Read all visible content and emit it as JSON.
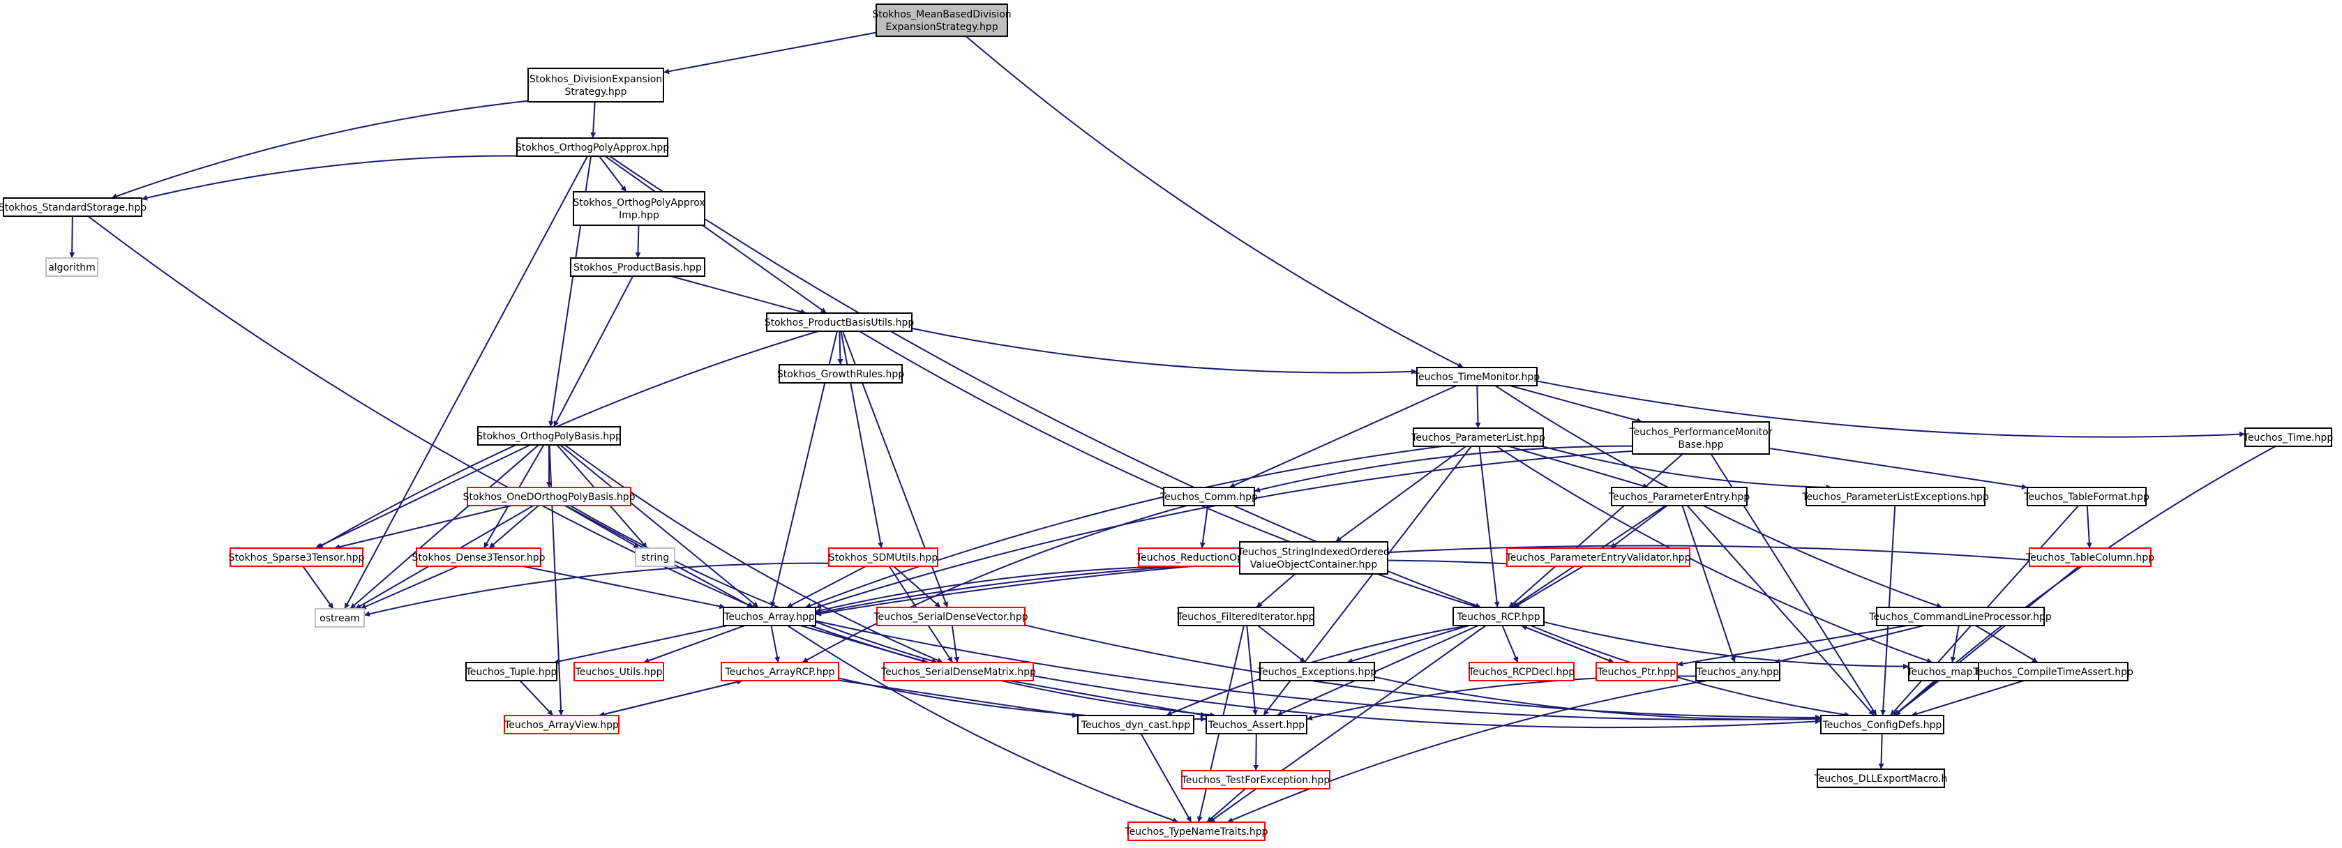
{
  "colors": {
    "edge": "#191970",
    "normal_border": "#000000",
    "truncated_border": "#ff0000",
    "external_border": "#bfbfbf",
    "root_fill": "#bfbfbf",
    "fill": "#ffffff",
    "text": "#000000"
  },
  "nodes": [
    {
      "id": "root",
      "lines": [
        "Stokhos_MeanBasedDivision",
        "ExpansionStrategy.hpp"
      ],
      "style": "root"
    },
    {
      "id": "divexp",
      "lines": [
        "Stokhos_DivisionExpansion",
        "Strategy.hpp"
      ],
      "style": "normal"
    },
    {
      "id": "orthoapprox",
      "lines": [
        "Stokhos_OrthogPolyApprox.hpp"
      ],
      "style": "normal"
    },
    {
      "id": "stdstorage",
      "lines": [
        "Stokhos_StandardStorage.hpp"
      ],
      "style": "normal"
    },
    {
      "id": "orthoapproximp",
      "lines": [
        "Stokhos_OrthogPolyApprox",
        "Imp.hpp"
      ],
      "style": "normal"
    },
    {
      "id": "algorithm",
      "lines": [
        "algorithm"
      ],
      "style": "external"
    },
    {
      "id": "prodbasis",
      "lines": [
        "Stokhos_ProductBasis.hpp"
      ],
      "style": "normal"
    },
    {
      "id": "prodbasisutils",
      "lines": [
        "Stokhos_ProductBasisUtils.hpp"
      ],
      "style": "normal"
    },
    {
      "id": "growthrules",
      "lines": [
        "Stokhos_GrowthRules.hpp"
      ],
      "style": "normal"
    },
    {
      "id": "timemonitor",
      "lines": [
        "Teuchos_TimeMonitor.hpp"
      ],
      "style": "normal"
    },
    {
      "id": "orthopolybasis",
      "lines": [
        "Stokhos_OrthogPolyBasis.hpp"
      ],
      "style": "normal"
    },
    {
      "id": "paramlist",
      "lines": [
        "Teuchos_ParameterList.hpp"
      ],
      "style": "normal"
    },
    {
      "id": "perfmon",
      "lines": [
        "Teuchos_PerformanceMonitor",
        "Base.hpp"
      ],
      "style": "normal"
    },
    {
      "id": "time",
      "lines": [
        "Teuchos_Time.hpp"
      ],
      "style": "normal"
    },
    {
      "id": "oned",
      "lines": [
        "Stokhos_OneDOrthogPolyBasis.hpp"
      ],
      "style": "truncated"
    },
    {
      "id": "comm",
      "lines": [
        "Teuchos_Comm.hpp"
      ],
      "style": "normal"
    },
    {
      "id": "paramentry",
      "lines": [
        "Teuchos_ParameterEntry.hpp"
      ],
      "style": "normal"
    },
    {
      "id": "paramlistexc",
      "lines": [
        "Teuchos_ParameterListExceptions.hpp"
      ],
      "style": "normal"
    },
    {
      "id": "tableformat",
      "lines": [
        "Teuchos_TableFormat.hpp"
      ],
      "style": "normal"
    },
    {
      "id": "sparse3",
      "lines": [
        "Stokhos_Sparse3Tensor.hpp"
      ],
      "style": "truncated"
    },
    {
      "id": "dense3",
      "lines": [
        "Stokhos_Dense3Tensor.hpp"
      ],
      "style": "truncated"
    },
    {
      "id": "string",
      "lines": [
        "string"
      ],
      "style": "external"
    },
    {
      "id": "sdmutils",
      "lines": [
        "Stokhos_SDMUtils.hpp"
      ],
      "style": "truncated"
    },
    {
      "id": "reductionop",
      "lines": [
        "Teuchos_ReductionOp.hpp"
      ],
      "style": "truncated"
    },
    {
      "id": "stringindexed",
      "lines": [
        "Teuchos_StringIndexedOrdered",
        "ValueObjectContainer.hpp"
      ],
      "style": "normal"
    },
    {
      "id": "paramentryvalid",
      "lines": [
        "Teuchos_ParameterEntryValidator.hpp"
      ],
      "style": "truncated"
    },
    {
      "id": "tablecolumn",
      "lines": [
        "Teuchos_TableColumn.hpp"
      ],
      "style": "truncated"
    },
    {
      "id": "ostream",
      "lines": [
        "ostream"
      ],
      "style": "external"
    },
    {
      "id": "array",
      "lines": [
        "Teuchos_Array.hpp"
      ],
      "style": "normal"
    },
    {
      "id": "serialdensevector",
      "lines": [
        "Teuchos_SerialDenseVector.hpp"
      ],
      "style": "truncated"
    },
    {
      "id": "filterediter",
      "lines": [
        "Teuchos_FilteredIterator.hpp"
      ],
      "style": "normal"
    },
    {
      "id": "rcp",
      "lines": [
        "Teuchos_RCP.hpp"
      ],
      "style": "normal"
    },
    {
      "id": "cmdline",
      "lines": [
        "Teuchos_CommandLineProcessor.hpp"
      ],
      "style": "normal"
    },
    {
      "id": "tuple",
      "lines": [
        "Teuchos_Tuple.hpp"
      ],
      "style": "normal"
    },
    {
      "id": "utils",
      "lines": [
        "Teuchos_Utils.hpp"
      ],
      "style": "truncated"
    },
    {
      "id": "arrayrcp",
      "lines": [
        "Teuchos_ArrayRCP.hpp"
      ],
      "style": "truncated"
    },
    {
      "id": "serialdensematrix",
      "lines": [
        "Teuchos_SerialDenseMatrix.hpp"
      ],
      "style": "truncated"
    },
    {
      "id": "exceptions",
      "lines": [
        "Teuchos_Exceptions.hpp"
      ],
      "style": "normal"
    },
    {
      "id": "rcpdecl",
      "lines": [
        "Teuchos_RCPDecl.hpp"
      ],
      "style": "truncated"
    },
    {
      "id": "ptr",
      "lines": [
        "Teuchos_Ptr.hpp"
      ],
      "style": "truncated"
    },
    {
      "id": "any",
      "lines": [
        "Teuchos_any.hpp"
      ],
      "style": "normal"
    },
    {
      "id": "map",
      "lines": [
        "Teuchos_map.hpp"
      ],
      "style": "normal"
    },
    {
      "id": "compiletime",
      "lines": [
        "Teuchos_CompileTimeAssert.hpp"
      ],
      "style": "normal"
    },
    {
      "id": "arrayview",
      "lines": [
        "Teuchos_ArrayView.hpp"
      ],
      "style": "truncated"
    },
    {
      "id": "dyncast",
      "lines": [
        "Teuchos_dyn_cast.hpp"
      ],
      "style": "normal"
    },
    {
      "id": "assert",
      "lines": [
        "Teuchos_Assert.hpp"
      ],
      "style": "normal"
    },
    {
      "id": "configdefs",
      "lines": [
        "Teuchos_ConfigDefs.hpp"
      ],
      "style": "normal"
    },
    {
      "id": "testforexc",
      "lines": [
        "Teuchos_TestForException.hpp"
      ],
      "style": "truncated"
    },
    {
      "id": "dllexport",
      "lines": [
        "Teuchos_DLLExportMacro.h"
      ],
      "style": "normal"
    },
    {
      "id": "typenametraits",
      "lines": [
        "Teuchos_TypeNameTraits.hpp"
      ],
      "style": "truncated"
    }
  ],
  "edges": [
    [
      "root",
      "divexp"
    ],
    [
      "root",
      "timemonitor"
    ],
    [
      "divexp",
      "orthoapprox"
    ],
    [
      "divexp",
      "stdstorage"
    ],
    [
      "orthoapprox",
      "stdstorage"
    ],
    [
      "orthoapprox",
      "orthoapproximp"
    ],
    [
      "orthoapprox",
      "orthopolybasis"
    ],
    [
      "orthoapprox",
      "prodbasisutils"
    ],
    [
      "orthoapprox",
      "ostream"
    ],
    [
      "orthoapprox",
      "rcp"
    ],
    [
      "stdstorage",
      "algorithm"
    ],
    [
      "stdstorage",
      "array"
    ],
    [
      "orthoapproximp",
      "prodbasis"
    ],
    [
      "prodbasis",
      "orthopolybasis"
    ],
    [
      "prodbasis",
      "prodbasisutils"
    ],
    [
      "prodbasisutils",
      "growthrules"
    ],
    [
      "prodbasisutils",
      "timemonitor"
    ],
    [
      "prodbasisutils",
      "sparse3"
    ],
    [
      "prodbasisutils",
      "array"
    ],
    [
      "prodbasisutils",
      "sdmutils"
    ],
    [
      "prodbasisutils",
      "serialdensevector"
    ],
    [
      "prodbasisutils",
      "rcp"
    ],
    [
      "timemonitor",
      "paramlist"
    ],
    [
      "timemonitor",
      "perfmon"
    ],
    [
      "timemonitor",
      "time"
    ],
    [
      "timemonitor",
      "comm"
    ],
    [
      "timemonitor",
      "cmdline"
    ],
    [
      "orthopolybasis",
      "oned"
    ],
    [
      "orthopolybasis",
      "sparse3"
    ],
    [
      "orthopolybasis",
      "dense3"
    ],
    [
      "orthopolybasis",
      "string"
    ],
    [
      "orthopolybasis",
      "array"
    ],
    [
      "orthopolybasis",
      "ostream"
    ],
    [
      "orthopolybasis",
      "arrayview"
    ],
    [
      "orthopolybasis",
      "serialdensematrix"
    ],
    [
      "oned",
      "sparse3"
    ],
    [
      "oned",
      "dense3"
    ],
    [
      "oned",
      "string"
    ],
    [
      "oned",
      "array"
    ],
    [
      "oned",
      "ostream"
    ],
    [
      "oned",
      "serialdensematrix"
    ],
    [
      "sparse3",
      "ostream"
    ],
    [
      "dense3",
      "ostream"
    ],
    [
      "dense3",
      "array"
    ],
    [
      "sdmutils",
      "ostream"
    ],
    [
      "sdmutils",
      "array"
    ],
    [
      "sdmutils",
      "serialdensevector"
    ],
    [
      "sdmutils",
      "serialdensematrix"
    ],
    [
      "paramlist",
      "array"
    ],
    [
      "paramlist",
      "stringindexed"
    ],
    [
      "paramlist",
      "paramentry"
    ],
    [
      "paramlist",
      "paramlistexc"
    ],
    [
      "paramlist",
      "rcp"
    ],
    [
      "paramlist",
      "assert"
    ],
    [
      "paramlist",
      "map"
    ],
    [
      "perfmon",
      "comm"
    ],
    [
      "perfmon",
      "array"
    ],
    [
      "perfmon",
      "rcp"
    ],
    [
      "perfmon",
      "tableformat"
    ],
    [
      "perfmon",
      "configdefs"
    ],
    [
      "time",
      "configdefs"
    ],
    [
      "comm",
      "reductionop"
    ],
    [
      "comm",
      "arrayrcp"
    ],
    [
      "paramentry",
      "paramentryvalid"
    ],
    [
      "paramentry",
      "rcp"
    ],
    [
      "paramentry",
      "any"
    ],
    [
      "paramentry",
      "configdefs"
    ],
    [
      "paramlistexc",
      "configdefs"
    ],
    [
      "tableformat",
      "tablecolumn"
    ],
    [
      "tableformat",
      "configdefs"
    ],
    [
      "tablecolumn",
      "array"
    ],
    [
      "tablecolumn",
      "configdefs"
    ],
    [
      "stringindexed",
      "array"
    ],
    [
      "stringindexed",
      "filterediter"
    ],
    [
      "paramentryvalid",
      "array"
    ],
    [
      "paramentryvalid",
      "rcp"
    ],
    [
      "array",
      "tuple"
    ],
    [
      "array",
      "utils"
    ],
    [
      "array",
      "arrayrcp"
    ],
    [
      "array",
      "serialdensematrix"
    ],
    [
      "array",
      "assert"
    ],
    [
      "array",
      "typenametraits"
    ],
    [
      "array",
      "configdefs"
    ],
    [
      "serialdensevector",
      "serialdensematrix"
    ],
    [
      "serialdensevector",
      "configdefs"
    ],
    [
      "filterediter",
      "exceptions"
    ],
    [
      "filterediter",
      "assert"
    ],
    [
      "filterediter",
      "typenametraits"
    ],
    [
      "rcp",
      "exceptions"
    ],
    [
      "rcp",
      "rcpdecl"
    ],
    [
      "rcp",
      "ptr"
    ],
    [
      "rcp",
      "dyncast"
    ],
    [
      "rcp",
      "assert"
    ],
    [
      "rcp",
      "map"
    ],
    [
      "rcp",
      "typenametraits"
    ],
    [
      "rcp",
      "configdefs"
    ],
    [
      "ptr",
      "rcp"
    ],
    [
      "cmdline",
      "ptr"
    ],
    [
      "cmdline",
      "any"
    ],
    [
      "cmdline",
      "map"
    ],
    [
      "cmdline",
      "compiletime"
    ],
    [
      "tuple",
      "arrayview"
    ],
    [
      "arrayrcp",
      "arrayview"
    ],
    [
      "arrayrcp",
      "dyncast"
    ],
    [
      "arrayrcp",
      "assert"
    ],
    [
      "arrayview",
      "arrayrcp"
    ],
    [
      "serialdensematrix",
      "assert"
    ],
    [
      "serialdensematrix",
      "configdefs"
    ],
    [
      "exceptions",
      "configdefs"
    ],
    [
      "any",
      "assert"
    ],
    [
      "any",
      "typenametraits"
    ],
    [
      "map",
      "configdefs"
    ],
    [
      "compiletime",
      "configdefs"
    ],
    [
      "dyncast",
      "typenametraits"
    ],
    [
      "assert",
      "testforexc"
    ],
    [
      "testforexc",
      "typenametraits"
    ],
    [
      "configdefs",
      "dllexport"
    ]
  ]
}
